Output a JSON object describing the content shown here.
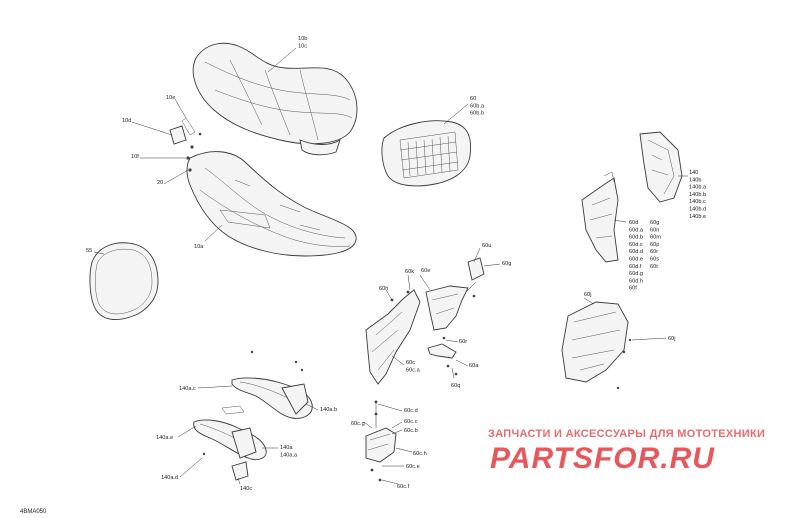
{
  "diagram": {
    "code": "4BMA050",
    "callouts": [
      {
        "id": "seat",
        "lines": [
          "10b",
          "10c"
        ]
      },
      {
        "id": "10e",
        "lines": [
          "10e"
        ]
      },
      {
        "id": "10d",
        "lines": [
          "10d"
        ]
      },
      {
        "id": "10f",
        "lines": [
          "10f"
        ]
      },
      {
        "id": "20",
        "lines": [
          "20"
        ]
      },
      {
        "id": "10a",
        "lines": [
          "10a"
        ]
      },
      {
        "id": "55",
        "lines": [
          "55"
        ]
      },
      {
        "id": "bag",
        "lines": [
          "60",
          "60b.a",
          "60b.b"
        ]
      },
      {
        "id": "right-panel",
        "lines": [
          "140",
          "140b",
          "140b.a",
          "140b.b",
          "140b.c",
          "140b.d",
          "140b.e"
        ]
      },
      {
        "id": "col-a",
        "lines": [
          "60d",
          "60d.a",
          "60d.b",
          "60d.c",
          "60d.d",
          "60d.e",
          "60d.f",
          "60d.g",
          "60d.h",
          "60f"
        ]
      },
      {
        "id": "col-b",
        "lines": [
          "60g",
          "60n",
          "60m",
          "60p",
          "60r",
          "60s",
          "60t"
        ]
      },
      {
        "id": "60u",
        "lines": [
          "60u"
        ]
      },
      {
        "id": "60k",
        "lines": [
          "60k"
        ]
      },
      {
        "id": "60e",
        "lines": [
          "60e"
        ]
      },
      {
        "id": "60g-b",
        "lines": [
          "60g"
        ]
      },
      {
        "id": "60h",
        "lines": [
          "60h"
        ]
      },
      {
        "id": "60c",
        "lines": [
          "60c",
          "60c.a"
        ]
      },
      {
        "id": "60r",
        "lines": [
          "60r"
        ]
      },
      {
        "id": "60a",
        "lines": [
          "60a"
        ]
      },
      {
        "id": "60q",
        "lines": [
          "60q"
        ]
      },
      {
        "id": "60j-top",
        "lines": [
          "60j"
        ]
      },
      {
        "id": "60j",
        "lines": [
          "60j"
        ]
      },
      {
        "id": "140a.c",
        "lines": [
          "140a.c"
        ]
      },
      {
        "id": "140a.b",
        "lines": [
          "140a.b"
        ]
      },
      {
        "id": "140a.e",
        "lines": [
          "140a.e"
        ]
      },
      {
        "id": "140a",
        "lines": [
          "140a",
          "140a.a"
        ]
      },
      {
        "id": "140a.d",
        "lines": [
          "140a.d"
        ]
      },
      {
        "id": "140c",
        "lines": [
          "140c"
        ]
      },
      {
        "id": "60c.d",
        "lines": [
          "60c.d"
        ]
      },
      {
        "id": "60c.g",
        "lines": [
          "60c.g"
        ]
      },
      {
        "id": "60c.c",
        "lines": [
          "60c.c"
        ]
      },
      {
        "id": "60c.b",
        "lines": [
          "60c.b"
        ]
      },
      {
        "id": "60c.h",
        "lines": [
          "60c.h"
        ]
      },
      {
        "id": "60c.e",
        "lines": [
          "60c.e"
        ]
      },
      {
        "id": "60c.f",
        "lines": [
          "60c.f"
        ]
      }
    ]
  },
  "watermark": {
    "tagline": "ЗАПЧАСТИ И АКСЕССУАРЫ ДЛЯ МОТОТЕХНИКИ",
    "brand": "PARTSFOR.RU"
  }
}
